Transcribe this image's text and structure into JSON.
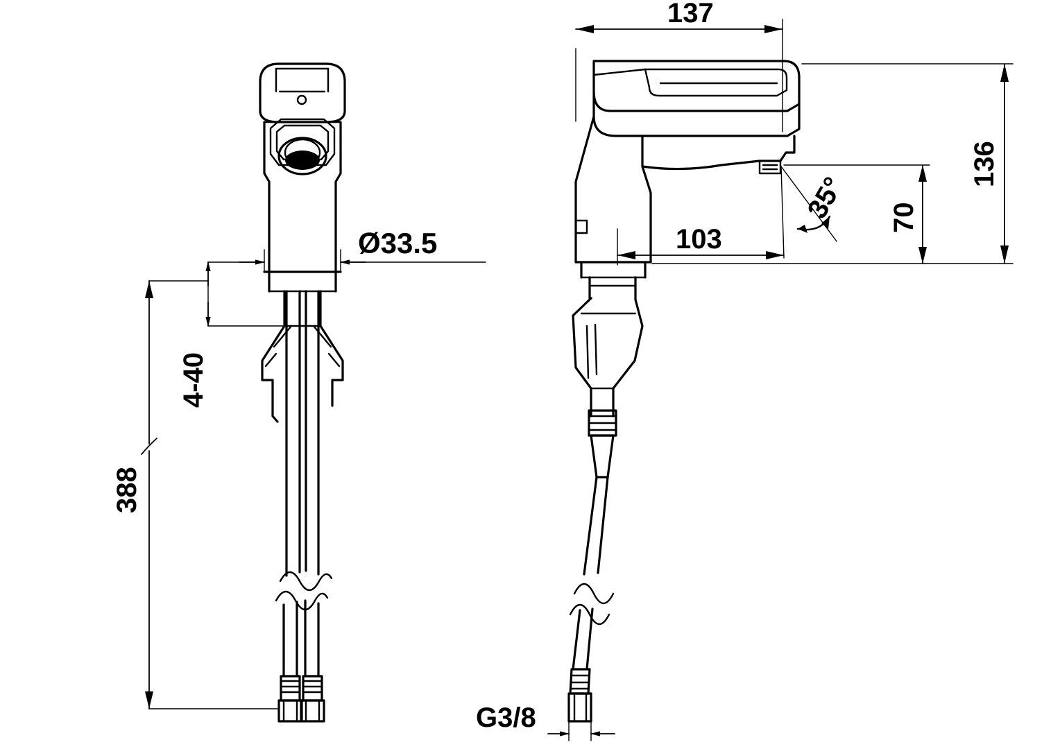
{
  "drawing": {
    "title": "Single-lever basin mixer technical dimension drawing",
    "background_color": "#ffffff",
    "line_color": "#000000",
    "views": [
      {
        "name": "front-view",
        "label": ""
      },
      {
        "name": "side-view",
        "label": ""
      }
    ],
    "dimensions": {
      "diameter": "Ø33.5",
      "thread_range": "4-40",
      "total_length": "388",
      "spout_reach_top": "137",
      "spout_reach": "103",
      "height_total": "136",
      "height_spout": "70",
      "angle": "35°",
      "connection_thread": "G3/8"
    }
  }
}
